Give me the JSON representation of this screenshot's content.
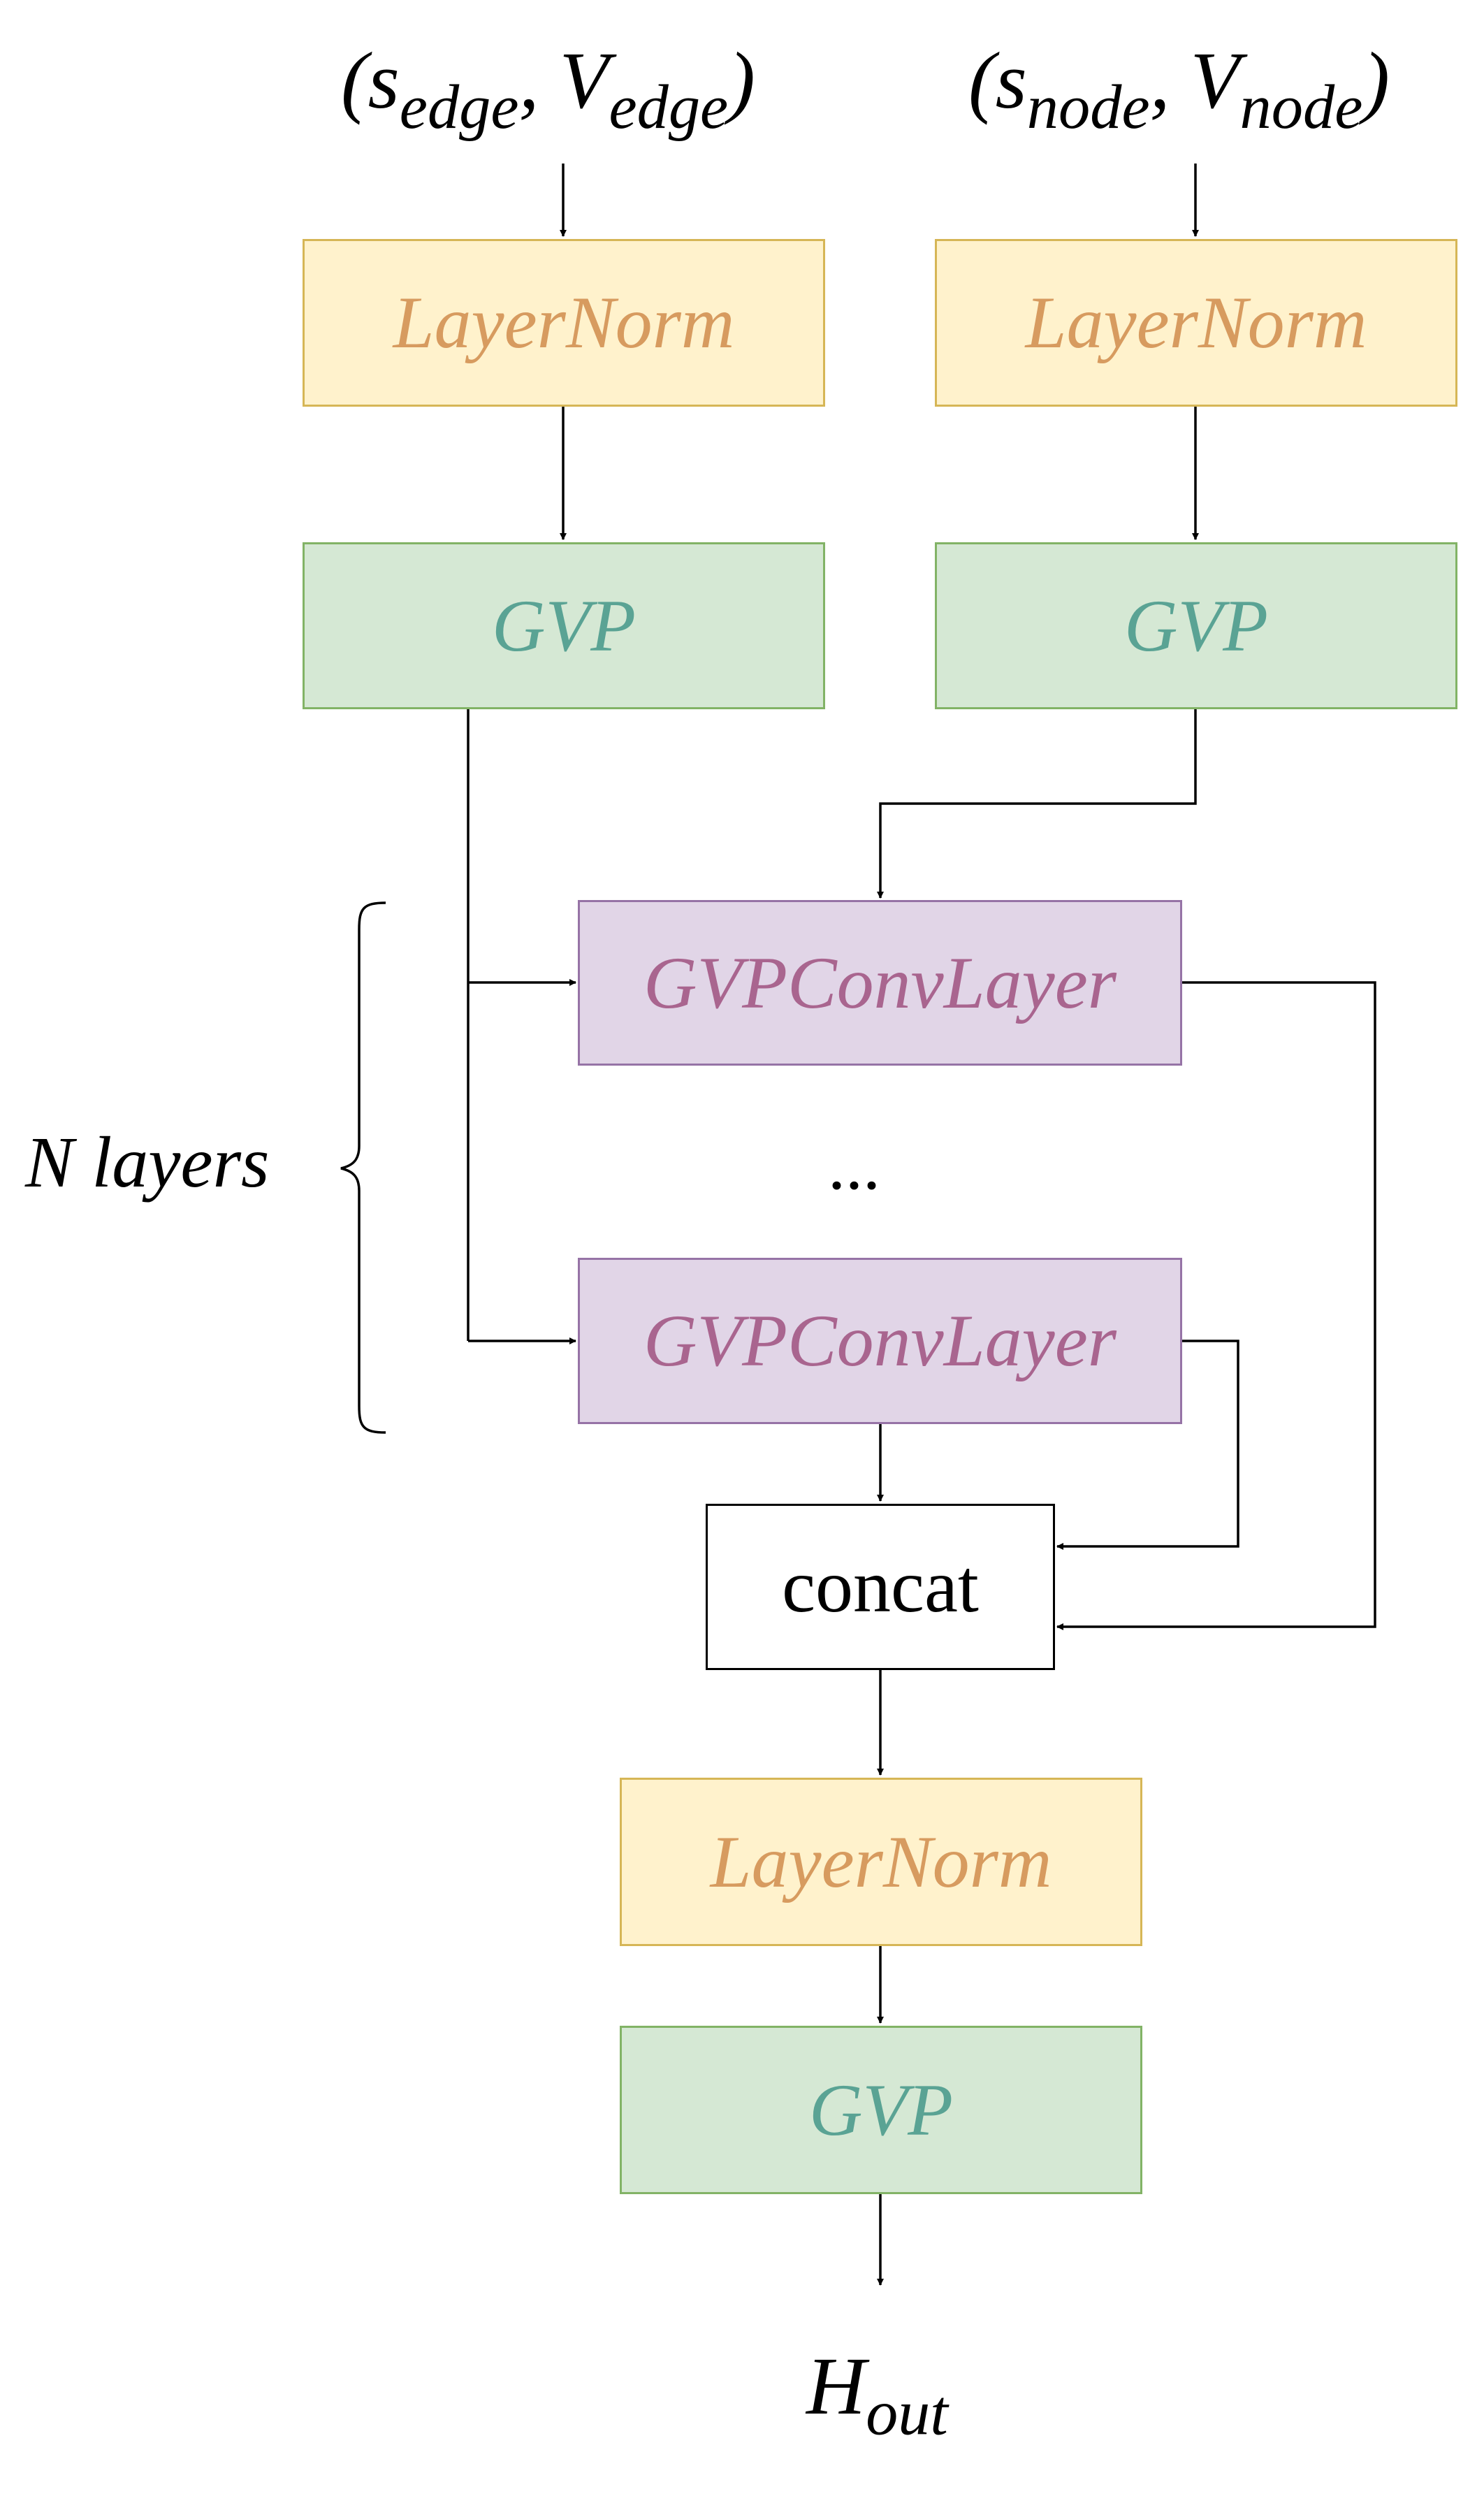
{
  "inputs": {
    "edge": {
      "open": "(",
      "s": "s",
      "s_sub": "edge",
      "sep": ", ",
      "v": "V",
      "v_sub": "edge",
      "close": ")"
    },
    "node": {
      "open": "(",
      "s": "s",
      "s_sub": "node",
      "sep": ", ",
      "v": "V",
      "v_sub": "node",
      "close": ")"
    }
  },
  "blocks": {
    "edge_layernorm": "LayerNorm",
    "node_layernorm": "LayerNorm",
    "edge_gvp": "GVP",
    "node_gvp": "GVP",
    "conv_first": "GVPConvLayer",
    "ellipsis": "...",
    "conv_last": "GVPConvLayer",
    "concat": "concat",
    "out_layernorm": "LayerNorm",
    "out_gvp": "GVP"
  },
  "brace_label": "N layers",
  "output": {
    "main": "H",
    "sub": "out"
  },
  "colors": {
    "layernorm_fill": "#fff2cc",
    "layernorm_border": "#d6b656",
    "layernorm_text": "#d79b5f",
    "gvp_fill": "#d5e8d4",
    "gvp_border": "#82b366",
    "gvp_text": "#5aa394",
    "conv_fill": "#e1d5e7",
    "conv_border": "#9673a6",
    "conv_text": "#a9658f",
    "line": "#000000"
  }
}
